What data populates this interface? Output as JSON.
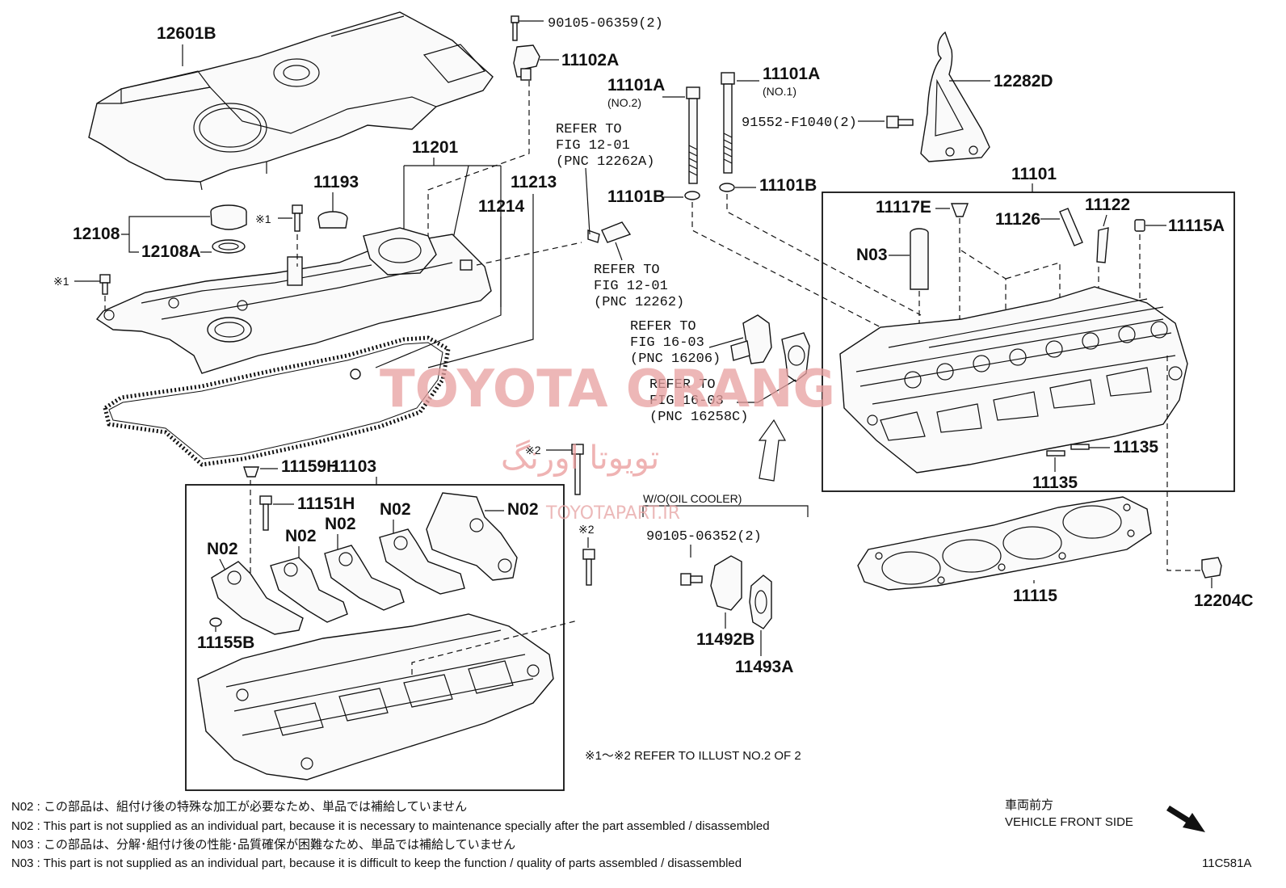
{
  "labels": {
    "p12601B": "12601B",
    "p90105_06359": "90105-06359(2)",
    "p11102A": "11102A",
    "p11101A_no2": "11101A",
    "no2": "(NO.2)",
    "p11101A_no1": "11101A",
    "no1": "(NO.1)",
    "p12282D": "12282D",
    "p91552": "91552-F1040(2)",
    "p11201": "11201",
    "p11193": "11193",
    "p11213": "11213",
    "p11214": "11214",
    "p12108": "12108",
    "p12108A": "12108A",
    "x1a": "※1",
    "x1b": "※1",
    "p11101B_l": "11101B",
    "p11101B_r": "11101B",
    "p11101": "11101",
    "p11117E": "11117E",
    "p11126": "11126",
    "p11122": "11122",
    "p11115A": "11115A",
    "pN03": "N03",
    "p11159H": "11159H",
    "p11103": "11103",
    "p11151H": "11151H",
    "pN02a": "N02",
    "pN02b": "N02",
    "pN02c": "N02",
    "pN02d": "N02",
    "pN02e": "N02",
    "x2a": "※2",
    "x2b": "※2",
    "p11155B": "11155B",
    "p11135a": "11135",
    "p11135b": "11135",
    "p11115": "11115",
    "p12204C": "12204C",
    "p90105_06352": "90105-06352(2)",
    "p11492B": "11492B",
    "p11493A": "11493A"
  },
  "refs": {
    "r1": [
      "REFER TO",
      "FIG 12-01",
      "(PNC 12262A)"
    ],
    "r2": [
      "REFER TO",
      "FIG 12-01",
      "(PNC 12262)"
    ],
    "r3": [
      "REFER TO",
      "FIG 16-03",
      "(PNC 16206)"
    ],
    "r4": [
      "REFER TO",
      "FIG 16-03",
      "(PNC 16258C)"
    ]
  },
  "wo_oil_cooler": "W/O(OIL COOLER)",
  "refer_illust": "※1～※2  REFER TO ILLUST NO.2 OF 2",
  "front_side_jp": "車両前方",
  "front_side_en": "VEHICLE FRONT SIDE",
  "illust_code": "11C581A",
  "notes": [
    "N02 : この部品は、組付け後の特殊な加工が必要なため、単品では補給していません",
    "N02 : This part is not supplied as an individual part, because it is necessary to maintenance specially after the part assembled / disassembled",
    "N03 : この部品は、分解･組付け後の性能･品質確保が困難なため、単品では補給していません",
    "N03 : This part is not supplied as an individual part, because it is difficult to keep the function / quality of parts  assembled / disassembled"
  ],
  "watermarks": {
    "brand": "TOYOTA ORANG",
    "persian": "تویوتا اورنگ",
    "site": "TOYOTAPART.IR"
  }
}
